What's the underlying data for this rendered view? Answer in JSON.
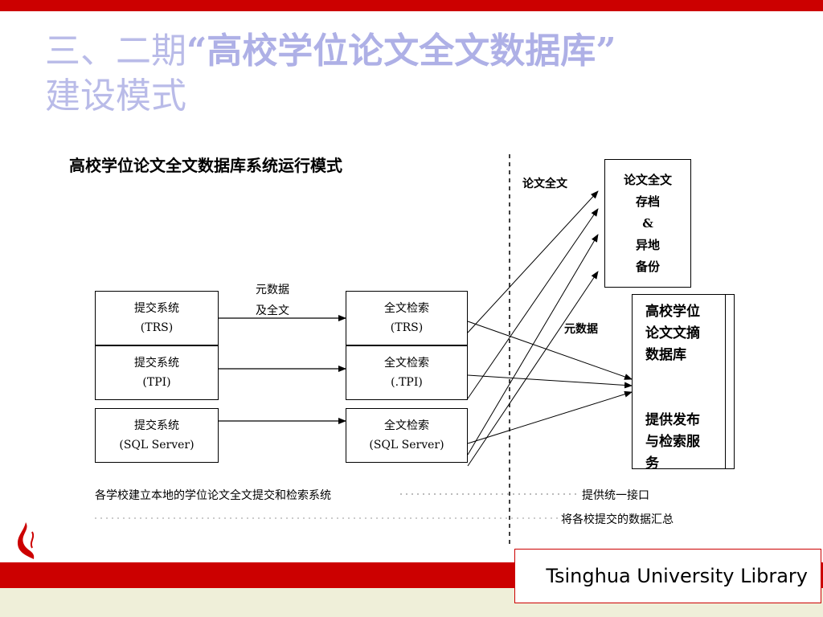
{
  "slide": {
    "title_prefix": "三、二期",
    "title_quoted": "“高校学位论文全文数据库”",
    "title_suffix": "建设模式"
  },
  "diagram": {
    "title": "高校学位论文全文数据库系统运行模式",
    "submission_systems": [
      {
        "line1": "提交系统",
        "line2": "(TRS)"
      },
      {
        "line1": "提交系统",
        "line2": "(TPI)"
      },
      {
        "line1": "提交系统",
        "line2": "(SQL Server)"
      }
    ],
    "retrieval_systems": [
      {
        "line1": "全文检索",
        "line2": "(TRS)"
      },
      {
        "line1": "全文检索",
        "line2": "(.TPI)"
      },
      {
        "line1": "全文检索",
        "line2": "(SQL Server)"
      }
    ],
    "metadata_label_line1": "元数据",
    "metadata_label_line2": "及全文",
    "fulltext_label": "论文全文",
    "metadata_label": "元数据",
    "archive_box": [
      "论文全文",
      "存档",
      "&",
      "异地",
      "备份"
    ],
    "abstract_db": [
      "高校学位",
      "论文文摘",
      "数据库",
      "",
      "",
      "提供发布",
      "与检索服",
      "务"
    ],
    "caption_left": "各学校建立本地的学位论文全文提交和检索系统",
    "caption_interface": "提供统一接口",
    "caption_aggregate": "将各校提交的数据汇总"
  },
  "footer": {
    "library_name": "Tsinghua University Library"
  },
  "colors": {
    "accent_red": "#cc0000",
    "title_lavender": "#b9bbe8",
    "footer_cream": "#efefd9"
  }
}
